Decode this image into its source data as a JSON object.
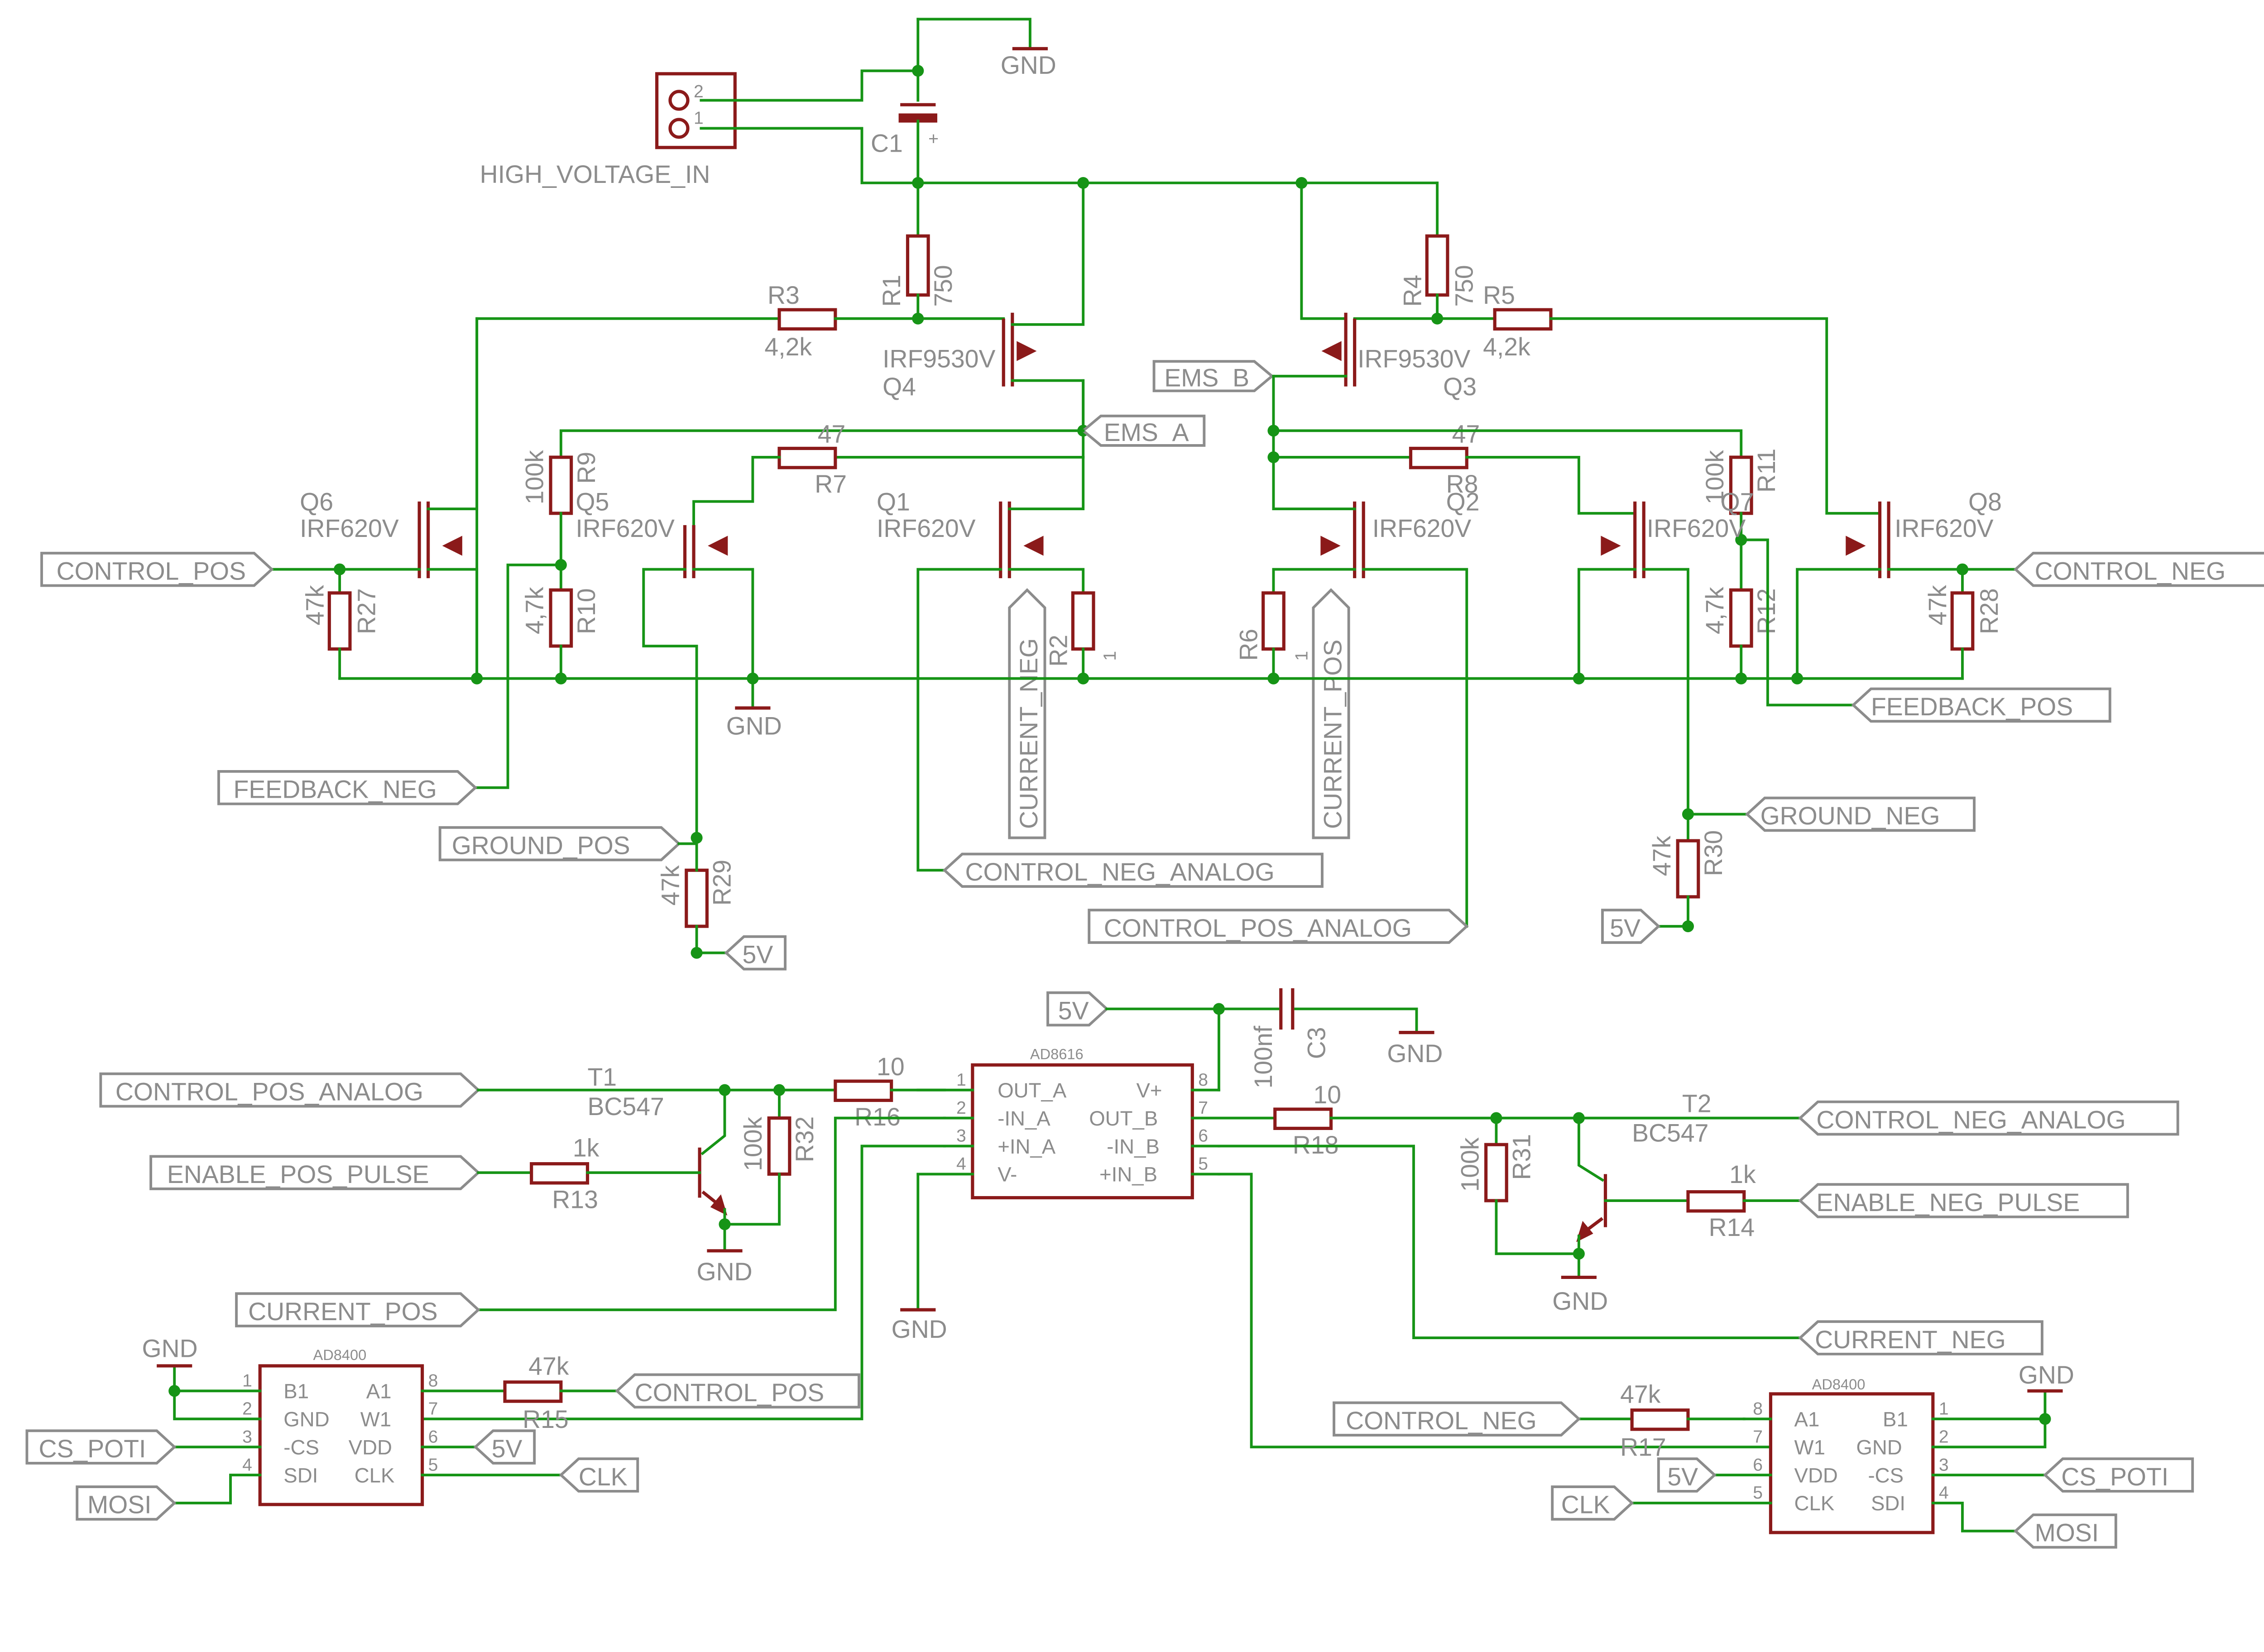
{
  "nets": {
    "gnd": "GND",
    "v5": "5V",
    "high_voltage_in": "HIGH_VOLTAGE_IN",
    "control_pos": "CONTROL_POS",
    "control_neg": "CONTROL_NEG",
    "feedback_pos": "FEEDBACK_POS",
    "feedback_neg": "FEEDBACK_NEG",
    "ground_pos": "GROUND_POS",
    "ground_neg": "GROUND_NEG",
    "ems_a": "EMS_A",
    "ems_b": "EMS_B",
    "current_neg": "CURRENT_NEG",
    "current_pos": "CURRENT_POS",
    "control_neg_analog": "CONTROL_NEG_ANALOG",
    "control_pos_analog": "CONTROL_POS_ANALOG",
    "enable_pos_pulse": "ENABLE_POS_PULSE",
    "enable_neg_pulse": "ENABLE_NEG_PULSE",
    "cs_poti": "CS_POTI",
    "mosi": "MOSI",
    "clk": "CLK"
  },
  "components": {
    "c1": "C1",
    "c1_plus": "+",
    "c3": "C3",
    "c3_value": "100nf",
    "connector_pin2": "2",
    "connector_pin1": "1",
    "r1": "R1",
    "r1_value": "750",
    "r2": "R2",
    "r2_value": "1",
    "r3": "R3",
    "r3_value": "4,2k",
    "r4": "R4",
    "r4_value": "750",
    "r5": "R5",
    "r5_value": "4,2k",
    "r6": "R6",
    "r6_value": "1",
    "r7": "R7",
    "r7_value": "47",
    "r8": "R8",
    "r8_value": "47",
    "r9": "R9",
    "r9_value": "100k",
    "r10": "R10",
    "r10_value": "4,7k",
    "r11": "R11",
    "r11_value": "100k",
    "r12": "R12",
    "r12_value": "4,7k",
    "r13": "R13",
    "r13_value": "1k",
    "r14": "R14",
    "r14_value": "1k",
    "r15": "R15",
    "r15_value": "47k",
    "r16": "R16",
    "r16_value": "10",
    "r17": "R17",
    "r17_value": "47k",
    "r18": "R18",
    "r18_value": "10",
    "r27": "R27",
    "r27_value": "47k",
    "r28": "R28",
    "r28_value": "47k",
    "r29": "R29",
    "r29_value": "47k",
    "r30": "R30",
    "r30_value": "47k",
    "r31": "R31",
    "r31_value": "100k",
    "r32": "R32",
    "r32_value": "100k",
    "q1": "Q1",
    "q1_value": "IRF620V",
    "q2": "Q2",
    "q2_value": "IRF620V",
    "q3": "Q3",
    "q3_value": "IRF9530V",
    "q4": "Q4",
    "q4_value": "IRF9530V",
    "q5": "Q5",
    "q5_value": "IRF620V",
    "q6": "Q6",
    "q6_value": "IRF620V",
    "q7": "Q7",
    "q7_value": "IRF620V",
    "q8": "Q8",
    "q8_value": "IRF620V",
    "t1": "T1",
    "t1_value": "BC547",
    "t2": "T2",
    "t2_value": "BC547"
  },
  "opamp": {
    "name": "AD8616",
    "pins": {
      "p1": "1",
      "p2": "2",
      "p3": "3",
      "p4": "4",
      "p5": "5",
      "p6": "6",
      "p7": "7",
      "p8": "8"
    },
    "left": [
      "OUT_A",
      "-IN_A",
      "+IN_A",
      "V-"
    ],
    "right": [
      "V+",
      "OUT_B",
      "-IN_B",
      "+IN_B"
    ]
  },
  "digipot_left": {
    "name": "AD8400",
    "pin_numbers_left": [
      "1",
      "2",
      "3",
      "4"
    ],
    "pin_numbers_right": [
      "8",
      "7",
      "6",
      "5"
    ],
    "left": [
      "B1",
      "GND",
      "-CS",
      "SDI"
    ],
    "right": [
      "A1",
      "W1",
      "VDD",
      "CLK"
    ]
  },
  "digipot_right": {
    "name": "AD8400",
    "pin_numbers_left": [
      "8",
      "7",
      "6",
      "5"
    ],
    "pin_numbers_right": [
      "1",
      "2",
      "3",
      "4"
    ],
    "left": [
      "A1",
      "W1",
      "VDD",
      "CLK"
    ],
    "right": [
      "B1",
      "GND",
      "-CS",
      "SDI"
    ]
  },
  "colors": {
    "wire": "#169416",
    "component": "#8b1a1a",
    "text": "#8c8c8c",
    "background": "#ffffff"
  }
}
